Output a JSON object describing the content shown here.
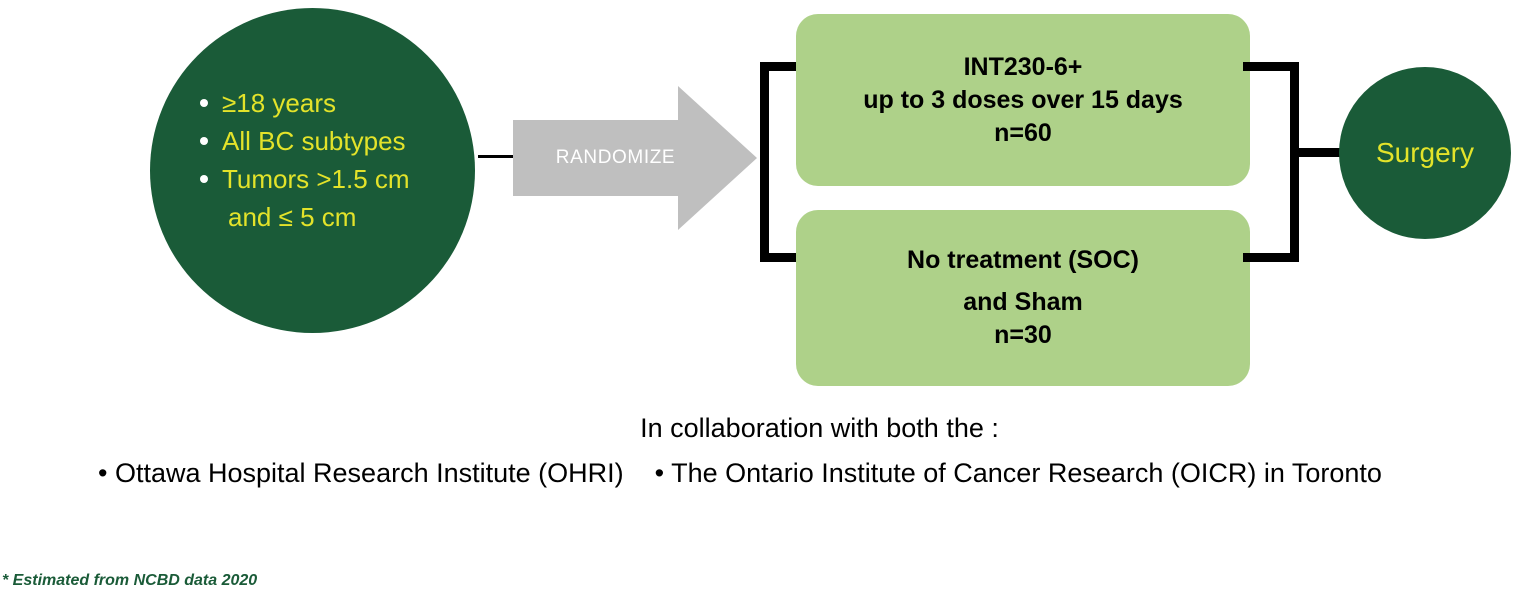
{
  "eligibility": {
    "criteria": [
      {
        "text": "≥18 years",
        "continuation": ""
      },
      {
        "text": "All BC subtypes",
        "continuation": ""
      },
      {
        "text": "Tumors >1.5 cm",
        "continuation": "and ≤ 5 cm"
      }
    ]
  },
  "randomize": {
    "label": "RANDOMIZE"
  },
  "arms": {
    "treatment": {
      "title": "INT230-6+",
      "regimen": "up to 3 doses over 15 days",
      "enrollment": "n=60"
    },
    "control": {
      "title": "No treatment (SOC)",
      "regimen": "and Sham",
      "enrollment": "n=30"
    }
  },
  "outcome": {
    "label": "Surgery"
  },
  "collaboration": {
    "heading": "In collaboration with both the :",
    "partners": [
      "• Ottawa Hospital Research Institute (OHRI)",
      "• The Ontario Institute of Cancer Research (OICR) in Toronto"
    ]
  },
  "footnote": {
    "text": "* Estimated from NCBD data 2020"
  },
  "colors": {
    "dark_green": "#1A5B38",
    "light_green": "#AED189",
    "yellow": "#E3E32A",
    "arrow_gray": "#BFBFBF",
    "connector_black": "#000000"
  }
}
